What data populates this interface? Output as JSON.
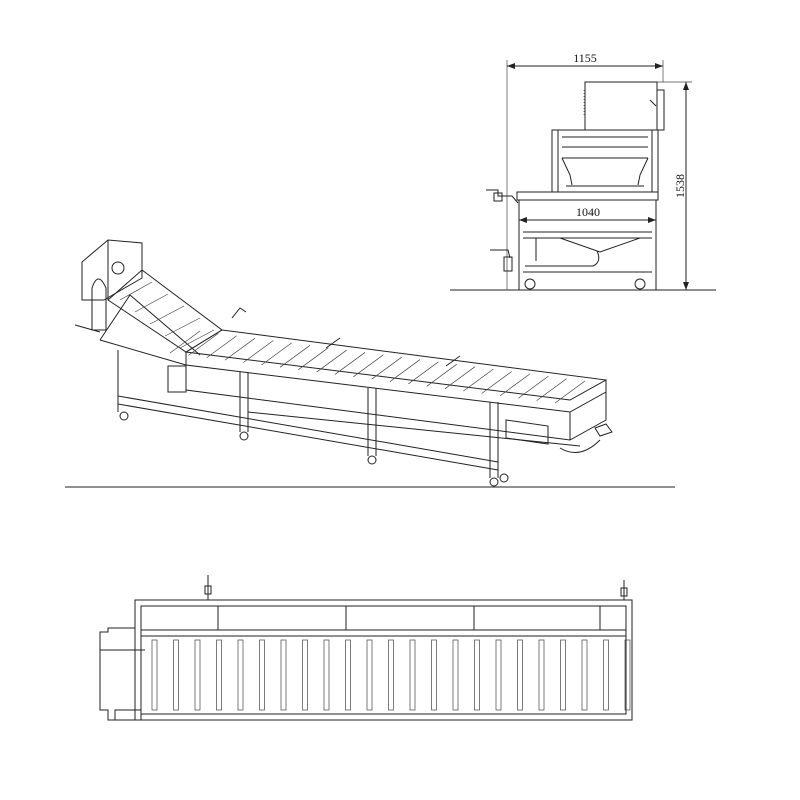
{
  "drawing": {
    "end_view": {
      "overall_width_label": "1155",
      "overall_height_label": "1538",
      "tank_width_label": "1040"
    }
  },
  "colors": {
    "line": "#222222",
    "background": "#ffffff"
  }
}
